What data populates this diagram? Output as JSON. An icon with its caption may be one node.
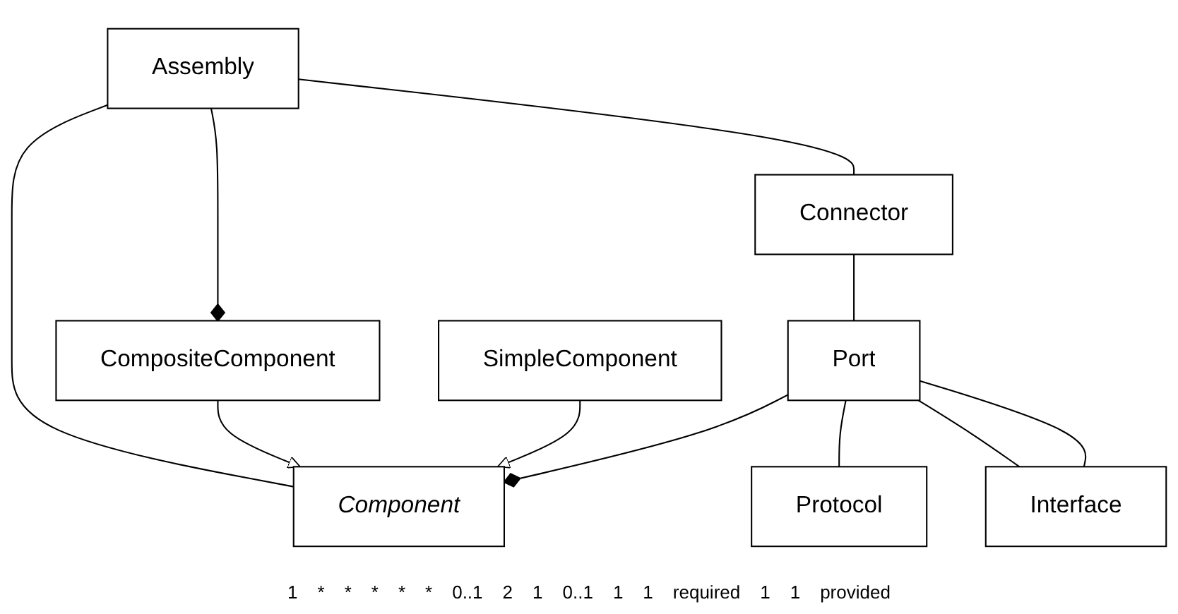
{
  "diagram": {
    "nodes": [
      {
        "text": [
          "Assembly"
        ]
      },
      {
        "text": [
          "Component"
        ]
      },
      {
        "text": [
          "CompositeComponent"
        ]
      },
      {
        "text": [
          "SimpleComponent"
        ]
      },
      {
        "text": [
          "Connector"
        ]
      },
      {
        "text": [
          "Port"
        ]
      },
      {
        "text": [
          "Protocol"
        ]
      },
      {
        "text": [
          "Interface"
        ]
      }
    ],
    "edges": [
      {
        "from": 0,
        "to": 2,
        "arrow": "other"
      },
      {
        "from": 0,
        "to": 1,
        "arrow": "none"
      },
      {
        "from": 2,
        "to": 1,
        "arrow": "to"
      },
      {
        "from": 3,
        "to": 1,
        "arrow": "to"
      },
      {
        "from": 0,
        "to": 4,
        "arrow": "none"
      },
      {
        "from": 5,
        "to": 1,
        "arrow": "other"
      },
      {
        "from": 4,
        "to": 5,
        "arrow": "none"
      },
      {
        "from": 5,
        "to": 6,
        "arrow": "none"
      },
      {
        "from": 5,
        "to": 7,
        "arrow": "none"
      },
      {
        "from": 5,
        "to": 7,
        "arrow": "none"
      }
    ],
    "labels": [
      "1",
      "*",
      "*",
      "*",
      "*",
      "*",
      "0..1",
      "2",
      "1",
      "0..1",
      "1",
      "1",
      "required",
      "1",
      "1",
      "provided"
    ]
  }
}
